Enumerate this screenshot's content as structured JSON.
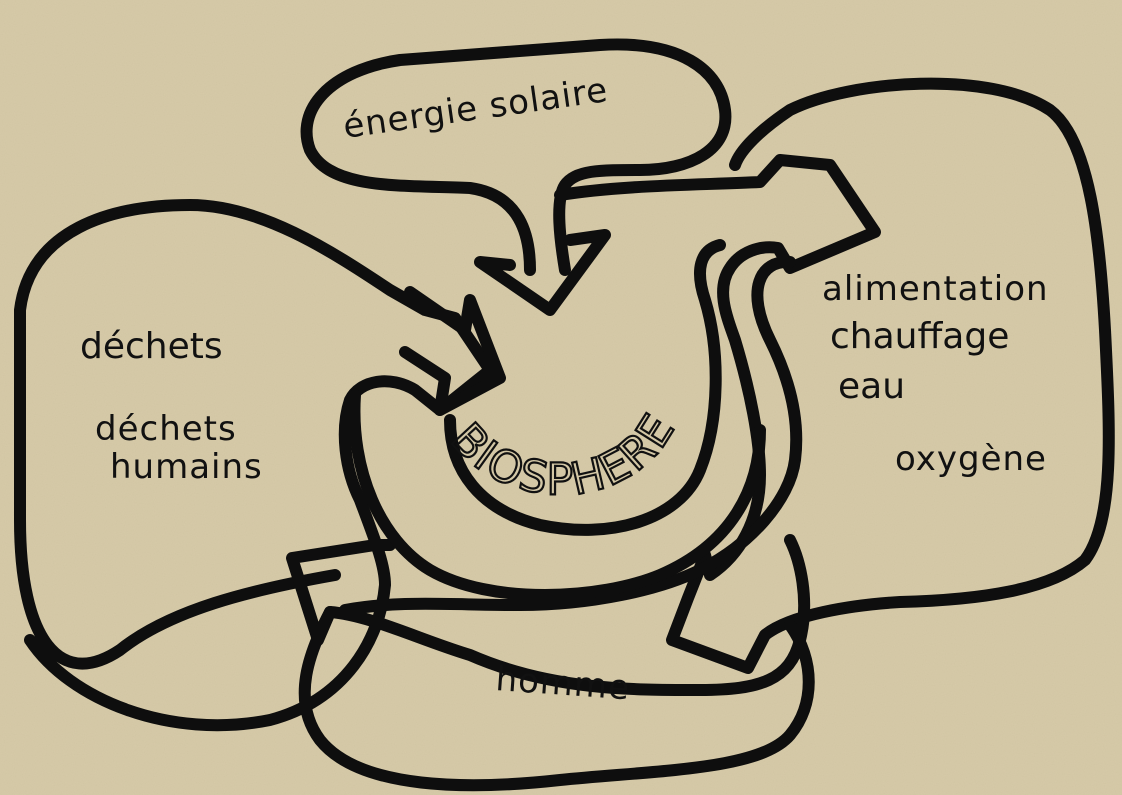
{
  "diagram": {
    "center_label": "BIOSPHERE",
    "labels": {
      "energie_solaire": "énergie solaire",
      "dechets": "déchets",
      "dechets_humains_line1": "déchets",
      "dechets_humains_line2": "humains",
      "alimentation": "alimentation",
      "chauffage": "chauffage",
      "eau": "eau",
      "oxygene": "oxygène",
      "homme": "homme"
    },
    "colors": {
      "paper": "#d7cba9",
      "ink": "#0e0e0e"
    }
  }
}
